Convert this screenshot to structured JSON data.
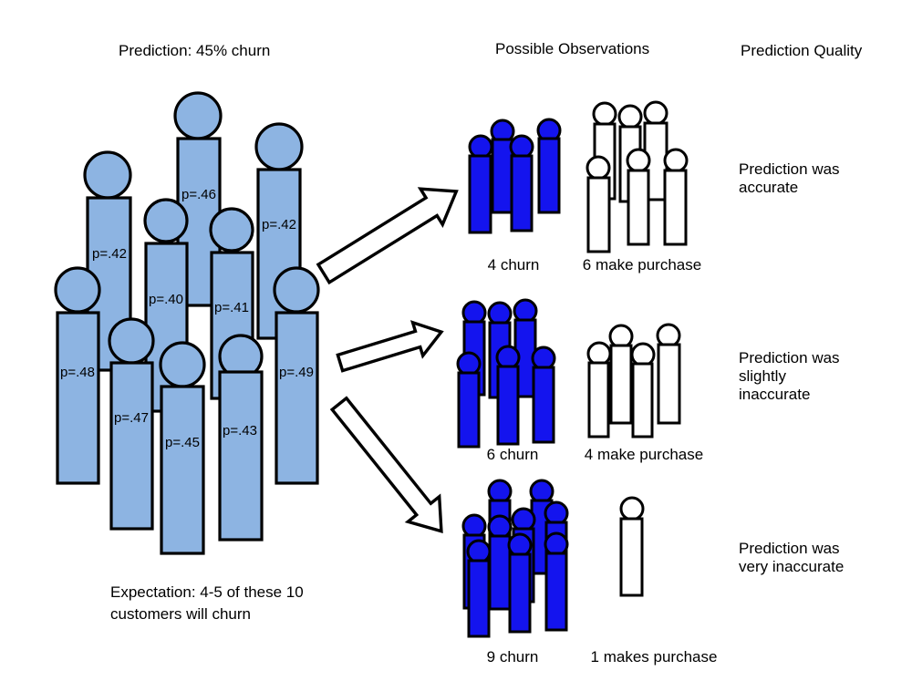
{
  "header": {
    "prediction_title": "Prediction: 45% churn",
    "observations_title": "Possible Observations",
    "quality_title": "Prediction Quality"
  },
  "left_group": {
    "labels": [
      "p=.42",
      "p=.46",
      "p=.42",
      "p=.40",
      "p=.41",
      "p=.48",
      "p=.47",
      "p=.45",
      "p=.43",
      "p=.49"
    ],
    "expectation": "Expectation: 4-5 of these 10 customers will churn"
  },
  "scenarios": [
    {
      "churn_count": 4,
      "purchase_count": 6,
      "churn_label": "4 churn",
      "purchase_label": "6 make purchase",
      "quality": "Prediction was accurate"
    },
    {
      "churn_count": 6,
      "purchase_count": 4,
      "churn_label": "6 churn",
      "purchase_label": "4 make purchase",
      "quality": "Prediction was slightly inaccurate"
    },
    {
      "churn_count": 9,
      "purchase_count": 1,
      "churn_label": "9 churn",
      "purchase_label": "1 makes purchase",
      "quality": "Prediction was very inaccurate"
    }
  ],
  "colors": {
    "prospect_fill": "#8DB4E2",
    "churn_fill": "#1414EE",
    "purchase_fill": "#FFFFFF",
    "outline": "#000000",
    "background": "#FFFFFF"
  }
}
